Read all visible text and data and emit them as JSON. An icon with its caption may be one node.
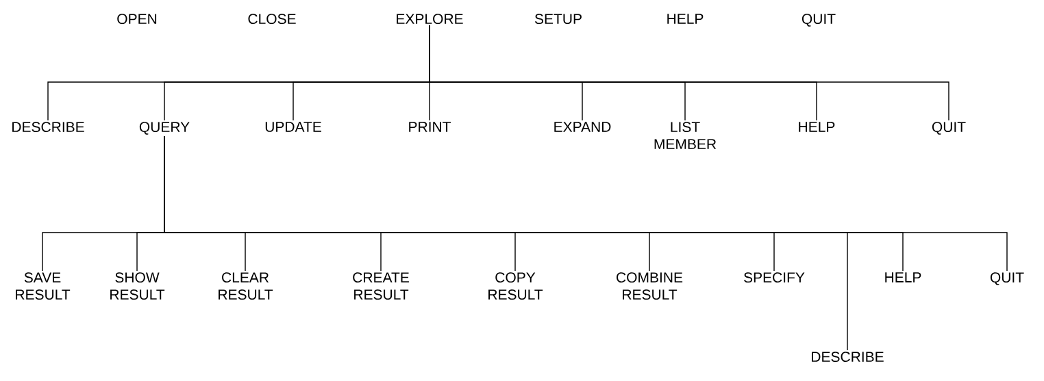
{
  "diagram": {
    "nodes": [
      {
        "text": [
          "OPEN"
        ]
      },
      {
        "text": [
          "CLOSE"
        ]
      },
      {
        "text": [
          "EXPLORE"
        ]
      },
      {
        "text": [
          "SETUP"
        ]
      },
      {
        "text": [
          "HELP"
        ]
      },
      {
        "text": [
          "QUIT"
        ]
      },
      {
        "text": [
          "DESCRIBE"
        ]
      },
      {
        "text": [
          "QUERY"
        ]
      },
      {
        "text": [
          "UPDATE"
        ]
      },
      {
        "text": [
          "PRINT"
        ]
      },
      {
        "text": [
          "EXPAND"
        ]
      },
      {
        "text": [
          "LIST MEMBER"
        ]
      },
      {
        "text": [
          "HELP"
        ]
      },
      {
        "text": [
          "QUIT"
        ]
      },
      {
        "text": [
          "SAVE RESULT"
        ]
      },
      {
        "text": [
          "SHOW RESULT"
        ]
      },
      {
        "text": [
          "CLEAR RESULT"
        ]
      },
      {
        "text": [
          "CREATE RESULT"
        ]
      },
      {
        "text": [
          "COPY RESULT"
        ]
      },
      {
        "text": [
          "COMBINE RESULT"
        ]
      },
      {
        "text": [
          "SPECIFY"
        ]
      },
      {
        "text": [
          "HELP"
        ]
      },
      {
        "text": [
          "QUIT"
        ]
      },
      {
        "text": [
          "DESCRIBE"
        ]
      }
    ],
    "edges": [
      {
        "from": 2,
        "to": 6,
        "arrow": "none"
      },
      {
        "from": 2,
        "to": 7,
        "arrow": "none"
      },
      {
        "from": 2,
        "to": 8,
        "arrow": "none"
      },
      {
        "from": 2,
        "to": 9,
        "arrow": "none"
      },
      {
        "from": 2,
        "to": 10,
        "arrow": "none"
      },
      {
        "from": 2,
        "to": 11,
        "arrow": "none"
      },
      {
        "from": 2,
        "to": 12,
        "arrow": "none"
      },
      {
        "from": 2,
        "to": 13,
        "arrow": "none"
      },
      {
        "from": 7,
        "to": 14,
        "arrow": "none"
      },
      {
        "from": 7,
        "to": 15,
        "arrow": "none"
      },
      {
        "from": 7,
        "to": 16,
        "arrow": "none"
      },
      {
        "from": 7,
        "to": 17,
        "arrow": "none"
      },
      {
        "from": 7,
        "to": 18,
        "arrow": "none"
      },
      {
        "from": 7,
        "to": 19,
        "arrow": "none"
      },
      {
        "from": 7,
        "to": 20,
        "arrow": "none"
      },
      {
        "from": 7,
        "to": 21,
        "arrow": "none"
      },
      {
        "from": 7,
        "to": 22,
        "arrow": "none"
      },
      {
        "from": 7,
        "to": 23,
        "arrow": "none"
      }
    ]
  }
}
